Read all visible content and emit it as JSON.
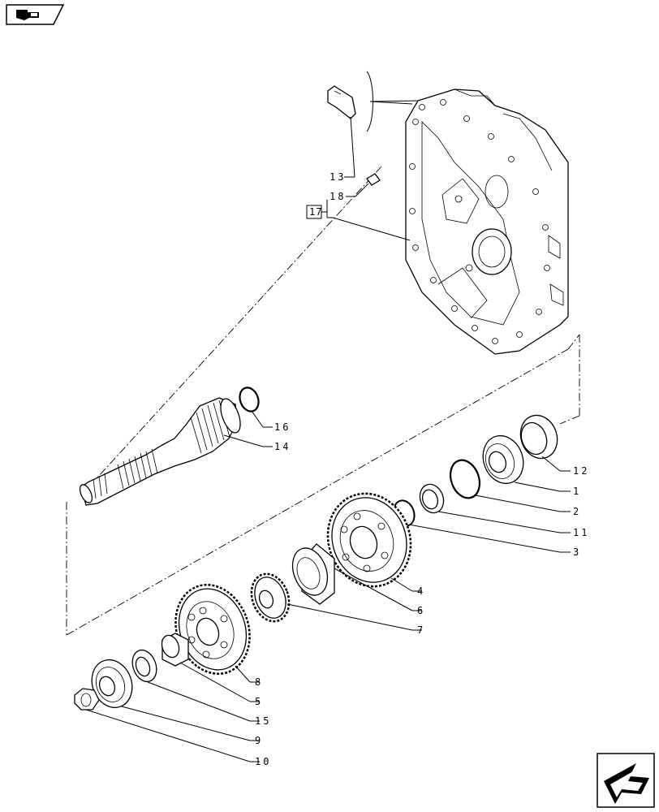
{
  "callouts": {
    "c1": "1",
    "c2": "2",
    "c3": "3",
    "c4": "4",
    "c5": "5",
    "c6": "6",
    "c7": "7",
    "c8": "8",
    "c9": "9",
    "c10": "10",
    "c11": "11",
    "c12": "12",
    "c13": "13",
    "c14": "14",
    "c15": "15",
    "c16": "16",
    "c17": "17",
    "c18": "18"
  },
  "icons": {
    "top_left": "book-navigation-icon",
    "bottom_right": "next-page-arrow-icon"
  }
}
